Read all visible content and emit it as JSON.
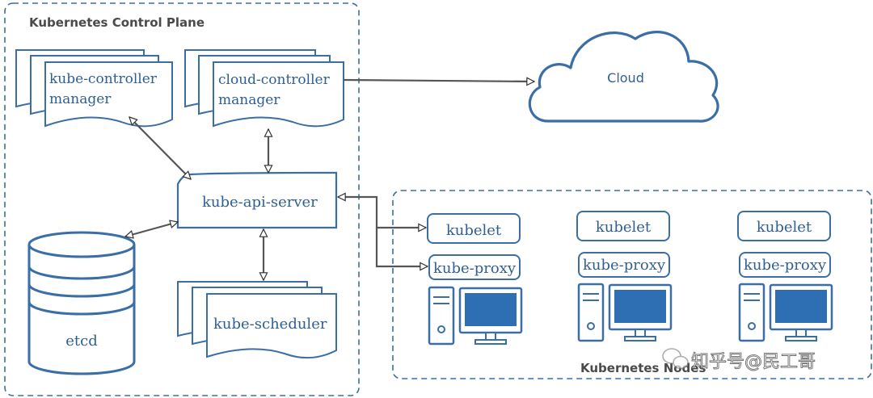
{
  "control_plane": {
    "title": "Kubernetes Control Plane",
    "controller_manager": {
      "line1": "kube-controller",
      "line2": "manager"
    },
    "cloud_controller_manager": {
      "line1": "cloud-controller",
      "line2": "manager"
    },
    "api_server": "kube-api-server",
    "scheduler": "kube-scheduler",
    "etcd": "etcd"
  },
  "cloud": {
    "label": "Cloud"
  },
  "nodes": {
    "title": "Kubernetes Nodes",
    "items": [
      {
        "kubelet": "kubelet",
        "kube_proxy": "kube-proxy"
      },
      {
        "kubelet": "kubelet",
        "kube_proxy": "kube-proxy"
      },
      {
        "kubelet": "kubelet",
        "kube_proxy": "kube-proxy"
      }
    ]
  },
  "watermark": {
    "text": "知乎号@民工哥"
  },
  "colors": {
    "primary": "#3a6ea5",
    "text": "#2f5f92",
    "arrow": "#555555",
    "screen": "#2e6fb3"
  }
}
